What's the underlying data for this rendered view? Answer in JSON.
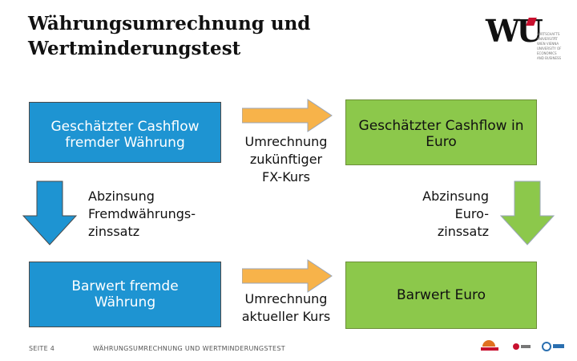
{
  "title": "Währungsumrechnung und\nWertminderungstest",
  "logo": {
    "wordmark": "WU",
    "lines": [
      "WIRTSCHAFTS",
      "UNIVERSITÄT",
      "WIEN VIENNA",
      "UNIVERSITY OF",
      "ECONOMICS",
      "AND BUSINESS"
    ]
  },
  "boxes": {
    "foreign_cashflow": "Geschätzter Cashflow fremder Währung",
    "euro_cashflow": "Geschätzter Cashflow in Euro",
    "foreign_pv": "Barwert fremde Währung",
    "euro_pv": "Barwert Euro"
  },
  "labels": {
    "future_fx": "Umrechnung\nzukünftiger\nFX-Kurs",
    "discount_foreign": "Abzinsung\nFremdwährungs-\nzinssatz",
    "discount_euro": "Abzinsung\nEuro-\nzinssatz",
    "current_fx": "Umrechnung\naktueller Kurs"
  },
  "footer": {
    "page": "SEITE 4",
    "title": "WÄHRUNGSUMRECHNUNG UND WERTMINDERUNGSTEST"
  },
  "colors": {
    "blue": "#1e94d2",
    "green": "#8cc84b",
    "arrow_orange": "#f7b34a"
  }
}
